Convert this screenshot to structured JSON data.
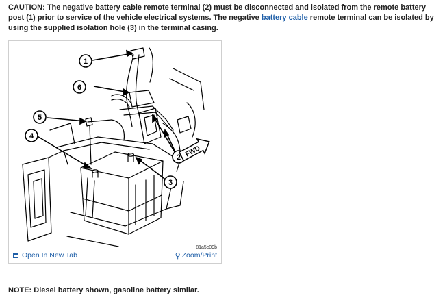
{
  "caution": {
    "prefix": "CAUTION: The negative battery cable remote terminal (2) must be disconnected and isolated from the remote battery post (1) prior to service of the vehicle electrical systems. The negative ",
    "link": "battery cable",
    "suffix": " remote terminal can be isolated by using the supplied isolation hole (3) in the terminal casing."
  },
  "figure": {
    "callouts": [
      "1",
      "2",
      "3",
      "4",
      "5",
      "6"
    ],
    "fwd_label": "FWD",
    "code": "81a5c09b",
    "open_label": "Open In New Tab",
    "zoom_label": "Zoom/Print",
    "link_color": "#1f5fa8"
  },
  "note": "NOTE: Diesel battery shown, gasoline battery similar."
}
